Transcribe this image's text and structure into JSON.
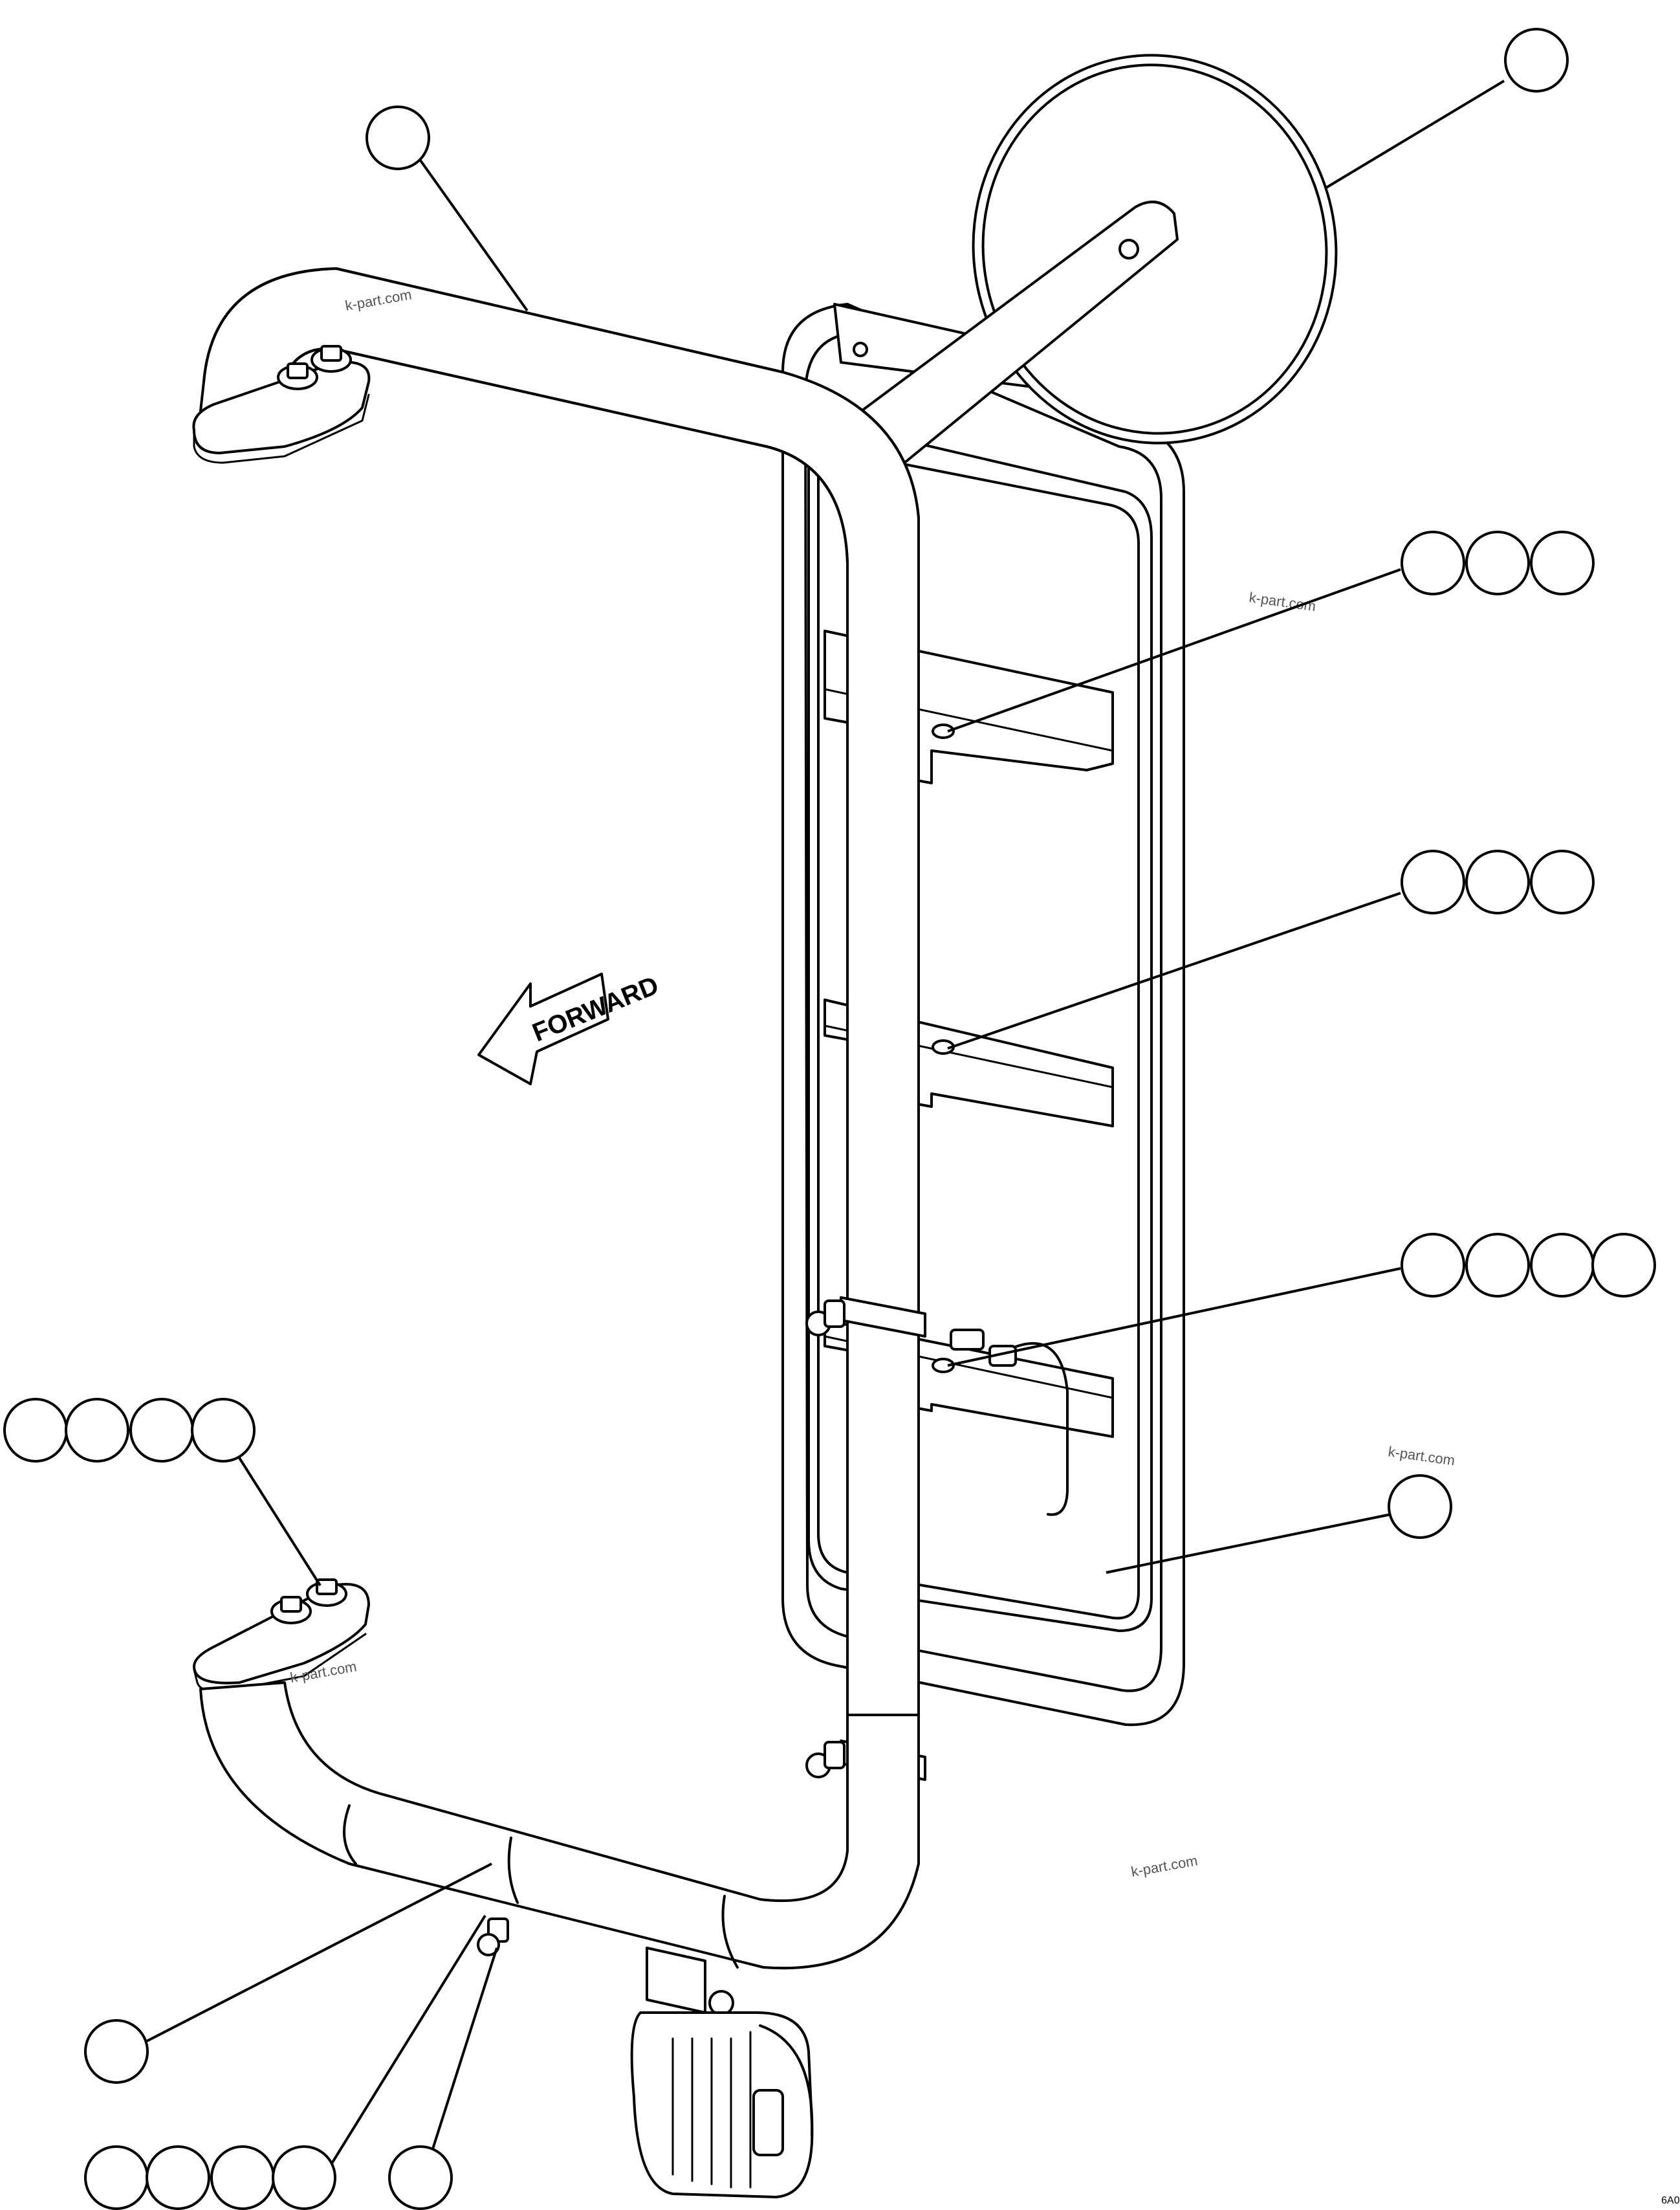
{
  "direction_arrow": {
    "label": "FORWARD"
  },
  "watermark": "k-part.com",
  "corner_mark": "6A0",
  "callouts": [
    {
      "group": "mirror",
      "count": 1
    },
    {
      "group": "handrail",
      "count": 1
    },
    {
      "group": "upper-bracket-hardware",
      "count": 3
    },
    {
      "group": "middle-bracket-hardware",
      "count": 3
    },
    {
      "group": "lower-bracket-hardware",
      "count": 4
    },
    {
      "group": "panel",
      "count": 1
    },
    {
      "group": "rail-mount-hardware",
      "count": 4
    },
    {
      "group": "lower-rail",
      "count": 1
    },
    {
      "group": "clamp-hardware",
      "count": 4
    },
    {
      "group": "clamp-bolt",
      "count": 1
    }
  ]
}
